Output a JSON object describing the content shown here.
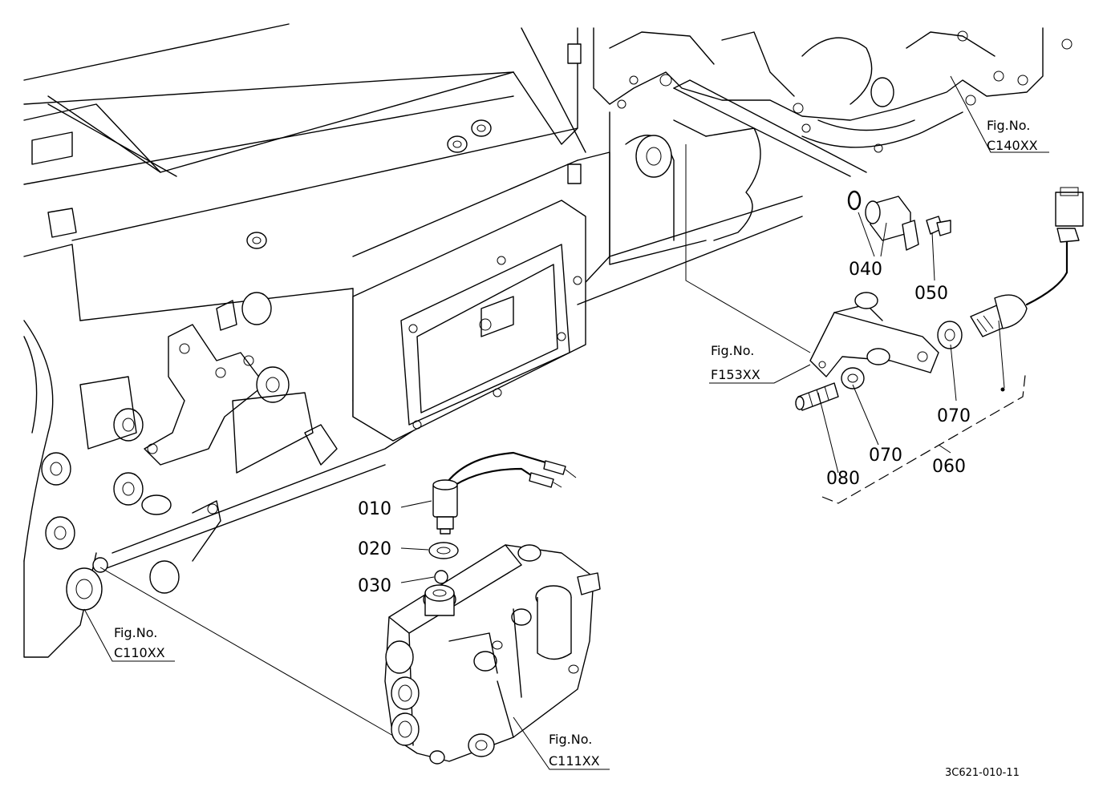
{
  "part_callouts": {
    "p010": "010",
    "p020": "020",
    "p030": "030",
    "p040": "040",
    "p050": "050",
    "p060": "060",
    "p070a": "070",
    "p070b": "070",
    "p080": "080"
  },
  "figure_refs": {
    "c140": {
      "line1": "Fig.No.",
      "line2": "C140XX"
    },
    "f153": {
      "line1": "Fig.No.",
      "line2": "F153XX"
    },
    "c110": {
      "line1": "Fig.No.",
      "line2": "C110XX"
    },
    "c111": {
      "line1": "Fig.No.",
      "line2": "C111XX"
    }
  },
  "drawing_id": "3C621-010-11"
}
